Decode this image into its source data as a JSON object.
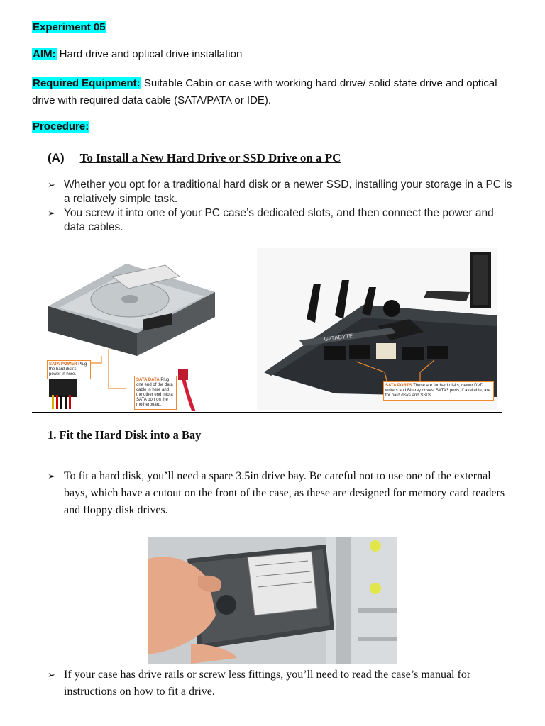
{
  "header": {
    "title": "Experiment 05",
    "aim_label": "AIM:",
    "aim_text": "Hard drive and optical drive installation",
    "equipment_label": "Required Equipment:",
    "equipment_text": "Suitable Cabin or case with working hard drive/ solid state drive and optical drive with required data cable (SATA/PATA or IDE).",
    "procedure_label": "Procedure:"
  },
  "section_a": {
    "label": "(A)",
    "heading": "To Install a New Hard Drive or SSD Drive on a PC",
    "bullets": [
      "Whether you opt for a traditional hard disk or a newer SSD, installing your storage in a PC is a relatively simple task.",
      "You screw it into one of your PC case’s dedicated slots, and then connect the power and data cables."
    ]
  },
  "figure1": {
    "sata_power_label": "SATA POWER",
    "sata_power_text": "Plug the hard disk's power in here.",
    "sata_data_label": "SATA DATA",
    "sata_data_text": "Plug one end of the data cable in here and the other end into a SATA port on the motherboard."
  },
  "figure2": {
    "brand": "GIGABYTE",
    "sata_ports_label": "SATA PORTS",
    "sata_ports_text": "These are for hard disks, newer DVD writers and Blu-ray drives. SATA3 ports, if available, are for hard disks and SSDs."
  },
  "step1": {
    "heading": "1.  Fit the Hard Disk into a Bay",
    "bullets": [
      "To fit a hard disk, you’ll need a spare 3.5in drive bay. Be careful not to use one of the external bays, which have a cutout on the front of the case, as these are designed for memory card readers and floppy disk drives.",
      "If your case has drive rails or screw less fittings, you’ll need to read the case’s manual for instructions on how to fit a drive."
    ]
  },
  "icons": {
    "bullet_arrow": "➢"
  },
  "colors": {
    "highlight": "#00ffff",
    "callout_orange": "#f08a2c"
  }
}
